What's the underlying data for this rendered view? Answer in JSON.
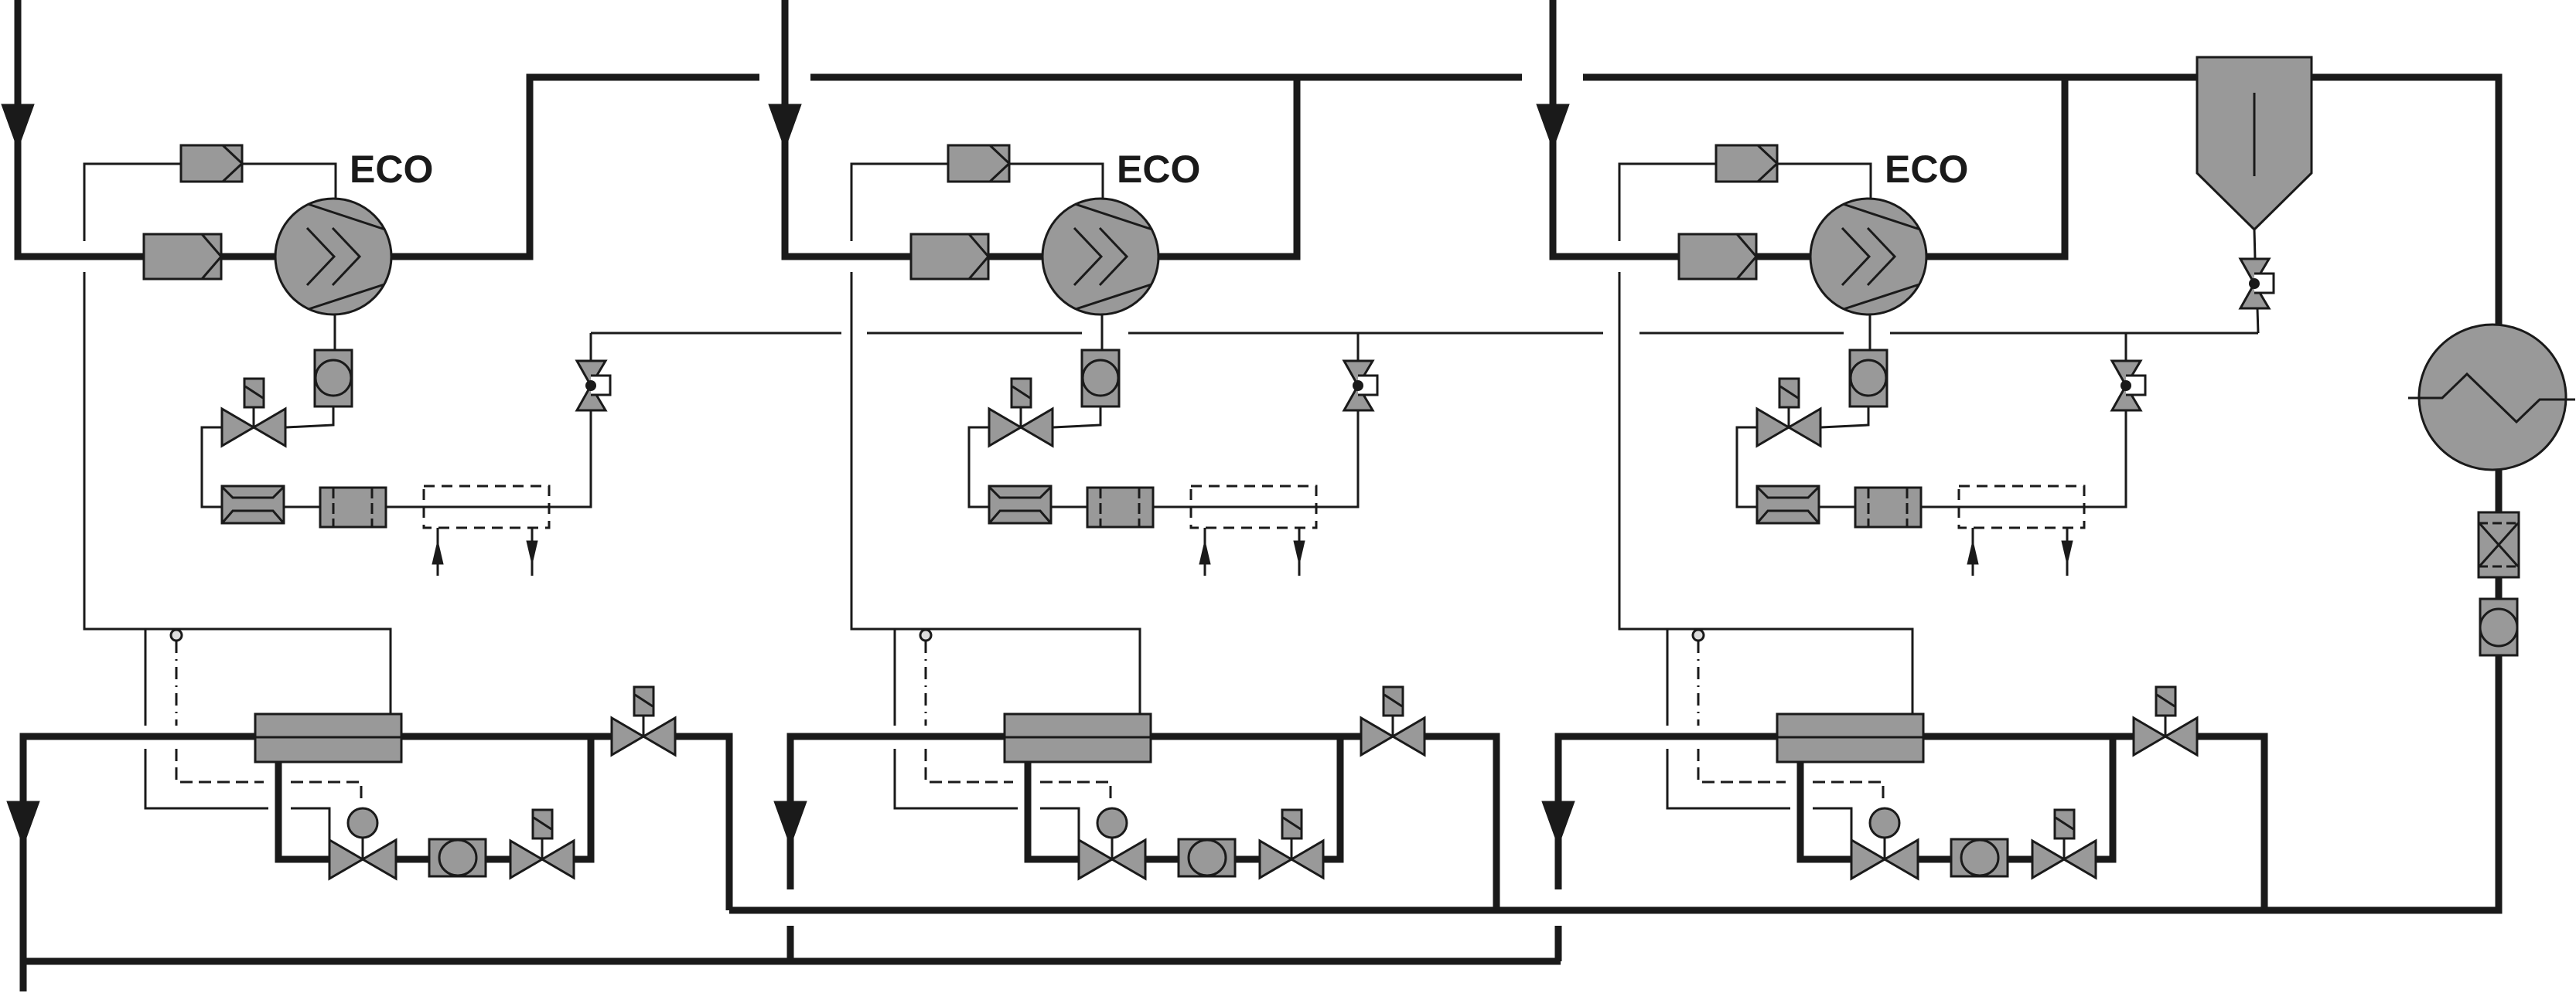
{
  "diagram": {
    "title": "Parallel compressor refrigeration schematic",
    "module_count": 3,
    "colors": {
      "line": "#1a1a1a",
      "component_fill": "#999999",
      "bulb_fill": "#dddddd",
      "background": "#ffffff"
    }
  },
  "modules": [
    {
      "id": "module-1",
      "label": "ECO",
      "components": [
        "suction-inlet-arrow",
        "suction-filter",
        "check-valve",
        "scroll-compressor",
        "oil-sight-glass",
        "oil-solenoid-valve",
        "oil-filter-drier",
        "oil-filter",
        "oil-cooler",
        "expansion-valve",
        "plate-heat-exchanger",
        "liquid-solenoid-valve",
        "thermostatic-expansion-valve",
        "liquid-sight-glass",
        "injection-solenoid-valve",
        "return-arrow"
      ]
    },
    {
      "id": "module-2",
      "label": "ECO",
      "components": [
        "suction-inlet-arrow",
        "suction-filter",
        "check-valve",
        "scroll-compressor",
        "oil-sight-glass",
        "oil-solenoid-valve",
        "oil-filter-drier",
        "oil-filter",
        "oil-cooler",
        "expansion-valve",
        "plate-heat-exchanger",
        "liquid-solenoid-valve",
        "thermostatic-expansion-valve",
        "liquid-sight-glass",
        "injection-solenoid-valve",
        "return-arrow"
      ]
    },
    {
      "id": "module-3",
      "label": "ECO",
      "components": [
        "suction-inlet-arrow",
        "suction-filter",
        "check-valve",
        "scroll-compressor",
        "oil-sight-glass",
        "oil-solenoid-valve",
        "oil-filter-drier",
        "oil-filter",
        "oil-cooler",
        "expansion-valve",
        "plate-heat-exchanger",
        "liquid-solenoid-valve",
        "thermostatic-expansion-valve",
        "liquid-sight-glass",
        "injection-solenoid-valve",
        "return-arrow"
      ]
    }
  ],
  "shared_equipment": [
    "oil-separator",
    "oil-return-valve",
    "condenser",
    "filter-drier",
    "sight-glass"
  ]
}
